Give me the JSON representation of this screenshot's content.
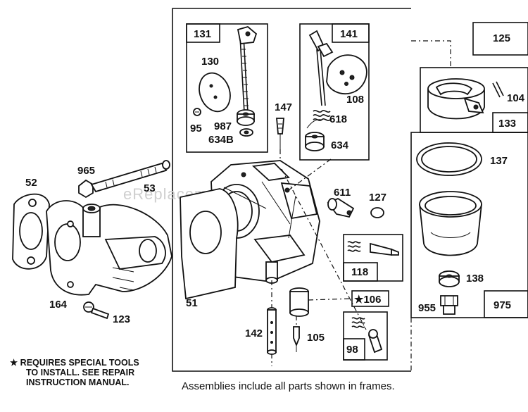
{
  "watermark": "eReplacementParts.com",
  "labels": {
    "p131": "131",
    "p130": "130",
    "p95": "95",
    "p987": "987",
    "p634b": "634B",
    "p141": "141",
    "p108": "108",
    "p618": "618",
    "p634": "634",
    "p147": "147",
    "p125": "125",
    "p104": "104",
    "p133": "133",
    "p137": "137",
    "p965": "965",
    "p52": "52",
    "p53": "53",
    "p611": "611",
    "p127": "127",
    "p51": "51",
    "p118": "118",
    "p106": "★106",
    "p164": "164",
    "p123": "123",
    "p142": "142",
    "p105": "105",
    "p98": "98",
    "p138": "138",
    "p955": "955",
    "p975": "975"
  },
  "note": {
    "line1": "★ REQUIRES SPECIAL TOOLS",
    "line2": "TO INSTALL.  SEE REPAIR",
    "line3": "INSTRUCTION MANUAL."
  },
  "caption": "Assemblies include all parts shown in frames."
}
